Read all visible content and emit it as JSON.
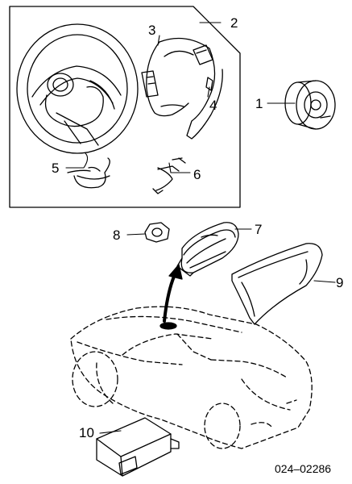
{
  "callouts": {
    "c1": "1",
    "c2": "2",
    "c3": "3",
    "c4": "4",
    "c5": "5",
    "c6": "6",
    "c7": "7",
    "c8": "8",
    "c9": "9",
    "c10": "10"
  },
  "diagram_code": "024–02286",
  "colors": {
    "line": "#000000",
    "background": "#ffffff"
  }
}
